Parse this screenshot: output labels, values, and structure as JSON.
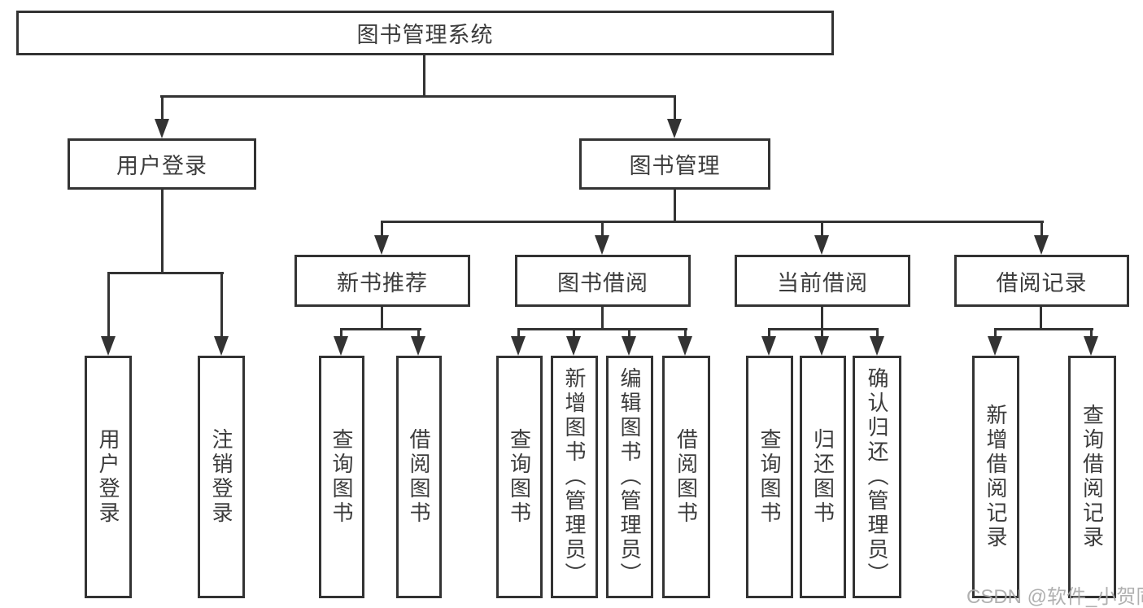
{
  "colors": {
    "line": "#333333",
    "text": "#3c3c3c",
    "background": "#ffffff",
    "watermark": "#a8a8a8"
  },
  "nodes": {
    "root": "图书管理系统",
    "userLogin": {
      "label": "用户登录",
      "leaves": [
        "用户登录",
        "注销登录"
      ]
    },
    "bookManagement": {
      "label": "图书管理",
      "groups": [
        {
          "label": "新书推荐",
          "leaves": [
            "查询图书",
            "借阅图书"
          ]
        },
        {
          "label": "图书借阅",
          "leaves": [
            "查询图书",
            "新增图书（管理员）",
            "编辑图书（管理员）",
            "借阅图书"
          ]
        },
        {
          "label": "当前借阅",
          "leaves": [
            "查询图书",
            "归还图书",
            "确认归还（管理员）"
          ]
        },
        {
          "label": "借阅记录",
          "leaves": [
            "新增借阅记录",
            "查询借阅记录"
          ]
        }
      ]
    }
  },
  "watermark": {
    "text": "CSDN @软件_小贺同学"
  }
}
